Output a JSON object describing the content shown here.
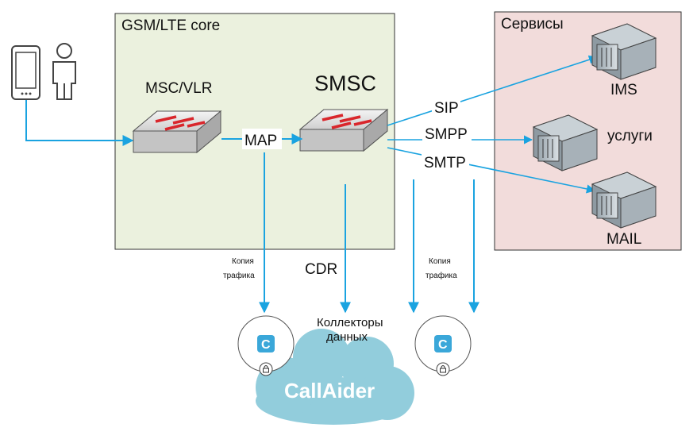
{
  "core_box": {
    "title": "GSM/LTE core"
  },
  "services_box": {
    "title": "Сервисы"
  },
  "nodes": {
    "msc_vlr": "MSC/VLR",
    "smsc": "SMSC"
  },
  "protocols": {
    "map": "MAP",
    "sip": "SIP",
    "smpp": "SMPP",
    "smtp": "SMTP",
    "cdr": "CDR"
  },
  "servers": {
    "ims": "IMS",
    "uslugi": "услуги",
    "mail": "MAIL"
  },
  "traffic_copy": {
    "left": [
      "Копия",
      "трафика"
    ],
    "right": [
      "Копия",
      "трафика"
    ]
  },
  "collectors": [
    "Коллекторы",
    "данных"
  ],
  "collector_icon_letter": "C",
  "brand": "CallAider",
  "colors": {
    "core_fill": "#ebf1de",
    "services_fill": "#f2dcdb",
    "arrow": "#1aa3e0",
    "cloud": "#92cddc",
    "router_arrow": "#d9262c"
  }
}
